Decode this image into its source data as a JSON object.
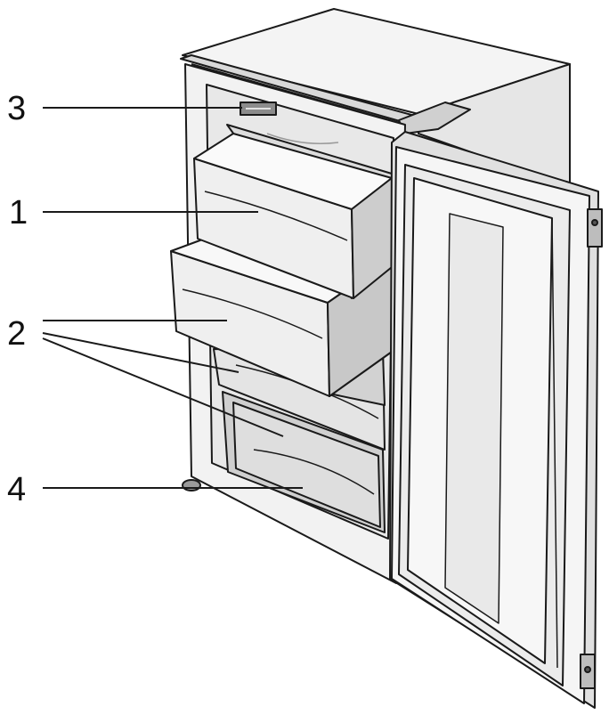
{
  "diagram": {
    "subject": "freezer-with-door-open",
    "callouts": [
      {
        "id": "3",
        "label": "3",
        "target": "control-panel"
      },
      {
        "id": "1",
        "label": "1",
        "target": "top-drawer"
      },
      {
        "id": "2",
        "label": "2",
        "target": "lower-drawers"
      },
      {
        "id": "4",
        "label": "4",
        "target": "foot"
      }
    ],
    "colors": {
      "line": "#1a1a1a",
      "cabinet": "#f4f4f4",
      "shade": "#d9d9d9",
      "dark": "#8c8c8c",
      "background": "#ffffff"
    }
  }
}
